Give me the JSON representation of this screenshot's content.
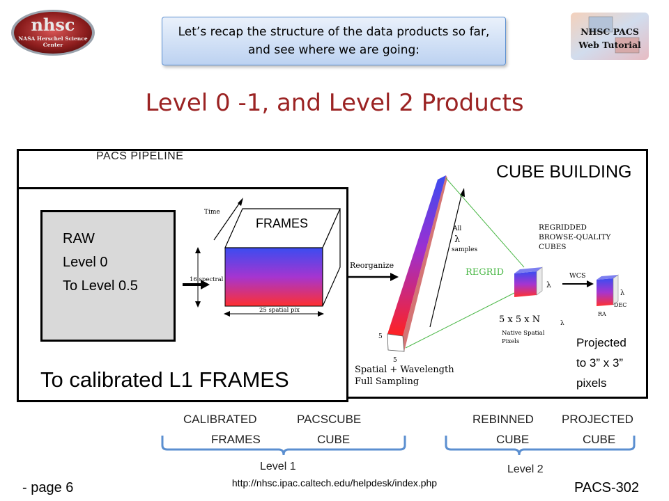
{
  "logos": {
    "left_title": "nhsc",
    "left_subtitle_line1": "NASA Herschel Science",
    "left_subtitle_line2": "Center",
    "right_line1": "NHSC PACS",
    "right_line2": "Web Tutorial"
  },
  "recap": {
    "text": "Let’s recap the structure of the data products so far, and see where we are going:"
  },
  "title": "Level 0 -1, and Level 2 Products",
  "diagram": {
    "pipeline_label": "PACS PIPELINE",
    "cube_building_label": "CUBE BUILDING",
    "frames_label": "FRAMES",
    "raw_lines": [
      "RAW",
      "Level 0",
      "To Level 0.5"
    ],
    "calibrated_label": "To calibrated  L1 FRAMES",
    "projected_lines": [
      "Projected",
      "to 3” x 3”",
      "pixels"
    ],
    "figure": {
      "time": "Time",
      "spectral": "16 spectral",
      "spatial_pix": "25 spatial pix",
      "reorganize": "Reorganize",
      "all": "All",
      "lambda": "λ",
      "samples": "samples",
      "regrid": "REGRID",
      "regridded_line1": "REGRIDDED",
      "regridded_line2": "BROWSE-QUALITY",
      "regridded_line3": "CUBES",
      "wcs": "WCS",
      "five": "5",
      "five_by_five": "5 x 5 x N",
      "lambda_sub": "λ",
      "native_line1": "Native Spatial",
      "native_line2": "Pixels",
      "spatial_wavelength": "Spatial + Wavelength",
      "full_sampling": "Full Sampling",
      "dec": "DEC",
      "ra": "RA"
    }
  },
  "bottom": {
    "calibrated_frames": [
      "CALIBRATED",
      "FRAMES"
    ],
    "pacscube": [
      "PACSCUBE",
      "CUBE"
    ],
    "rebinned": [
      "REBINNED",
      "CUBE"
    ],
    "projected_cube": [
      "PROJECTED",
      "CUBE"
    ],
    "level1": "Level 1",
    "level2": "Level 2"
  },
  "footer": {
    "url": "http://nhsc.ipac.caltech.edu/helpdesk/index.php",
    "page": "- page 6",
    "code": "PACS-302"
  },
  "colors": {
    "title": "#9b2323",
    "brace": "#5b8fd0",
    "regrid": "#4cb848"
  }
}
